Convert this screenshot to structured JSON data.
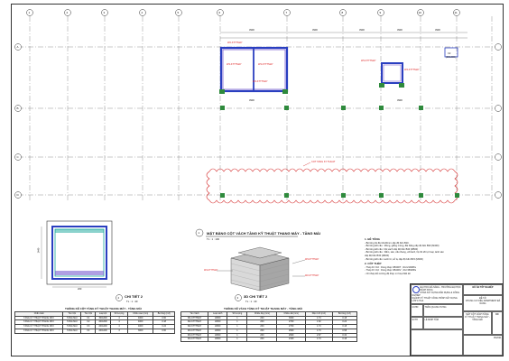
{
  "grid_labels": {
    "top": [
      "1",
      "2",
      "3",
      "4",
      "5",
      "6",
      "7",
      "8",
      "9",
      "10",
      "11"
    ],
    "left": [
      "A",
      "B",
      "C",
      "D"
    ]
  },
  "dimensions": {
    "overall_top": "",
    "top_segments": [
      "3900",
      "3900",
      "3900",
      "3900",
      "3900",
      "3900",
      "3900"
    ]
  },
  "plan_labels": {
    "wall_left_1": "W2-KTTTMAY",
    "wall_left_2": "W3-KTTTMAY",
    "wall_left_3": "W3-KTTTMAY",
    "wall_left_4": "W4-KTTTMAY",
    "wall_right_1": "W3-KTTTMAY",
    "wall_right_2": "W4-KTTTMAY",
    "col_c2": "C2",
    "col_c2_size": "(300x300)",
    "cloud_label": "COT TANG KY THUAT"
  },
  "detail_left": {
    "circle": "2",
    "title": "CHI TIẾT 2",
    "scale": "TL : 1 : 40",
    "dim_a": "1440",
    "dim_b": "200"
  },
  "main_title": {
    "circle": "1",
    "title": "MẶT BẰNG CỘT VÁCH TẦNG KỸ THUẬT THANG MÁY - TẦNG MÁI",
    "scale": "TL : 1 : 100"
  },
  "detail_3d": {
    "circle": "3",
    "title": "3D CHI TIẾT 2",
    "scale": "TL : 1 : 40",
    "label_1": "W4-KTTTMAY",
    "label_2": "W3-KTTTMAY",
    "label_3": "W2-KTTTMAY"
  },
  "notes": {
    "section1_title": "1. BÊ TÔNG",
    "section1_lines": [
      "- Bê tông lót đá 10x20mm cấp độ bền B10.",
      "- Bê tông kết cấu : Móng, giằng móng, đài bằng cấp độ bền B30 (M400)",
      "- Bê tông kết cấu: Cột,vách cấp độ bền B40 (M500)",
      "- Bê tông kết cấu : Dầm, sàn, cầu thang, vết lanh, hệ tốt tốt tự hoại, lanh sàn",
      "cấp độ bền B30 (M400)",
      "- Bê tông kết cấu: Lanh tô, sở tụ cấp độ bền B15 (M200)"
    ],
    "section2_title": "2. CỐT THÉP",
    "section2_lines": [
      "- Thép D<=10 : Dùng thép CB300T , Rs=210MPa",
      "- Thép D>=10 : Dùng thép CB400V , Rs=350MPa",
      "- Chi thép Đủ cường độ thép mì hoạ thiết kế"
    ]
  },
  "table_columns": {
    "title": "THỐNG KÊ CỘT TẦNG KỸ THUẬT THANG MÁY - TẦNG MÁI",
    "headers": [
      "Chấn Giải",
      "Tên Cột",
      "Tên Cột",
      "Loại cột",
      "Số Lượng",
      "Chiều cao (mm)",
      "Bê tông (m3)"
    ],
    "rows": [
      [
        "TẦNG KỸ THUẬT THANG MÁY",
        "TẦNG MÁI",
        "C1",
        "300x300",
        "4",
        "4000",
        "0.60"
      ],
      [
        "TẦNG KỸ THUẬT THANG MÁY",
        "TẦNG MÁI",
        "C2",
        "200x300",
        "4",
        "4000",
        "0.18"
      ],
      [
        "TẦNG KỸ THUẬT THANG MÁY",
        "TẦNG MÁI",
        "C3",
        "200x400",
        "4",
        "4000",
        "0.24"
      ],
      [
        "TẦNG KỸ THUẬT THANG MÁY",
        "TẦNG MÁI",
        "C4",
        "200x400",
        "3",
        "3000",
        "0.60"
      ]
    ]
  },
  "table_walls": {
    "title": "THỐNG KÊ VÁCH TẦNG KỸ THUẬT THANG MÁY - TẦNG MÁI",
    "headers": [
      "Tên Vách",
      "Loại vách",
      "Số Lượng",
      "Chiều dày (mm)",
      "Chiều dài (mm)",
      "Diện tích (m2)",
      "Bê tông (m3)"
    ],
    "rows": [
      [
        "W1-KTTTMAY",
        "W200",
        "1",
        "200",
        "3000",
        "1.74",
        "0.18"
      ],
      [
        "W2-KTTTMAY",
        "W200",
        "1",
        "200",
        "2700",
        "1.62",
        "0.24"
      ],
      [
        "W2-KTTTMAY",
        "W200",
        "1",
        "200",
        "2700",
        "1.74",
        "0.18"
      ],
      [
        "W3-KTTTMAY",
        "W200",
        "1",
        "200",
        "2900",
        "1.74",
        "0.58"
      ],
      [
        "W3-KTTTMAY",
        "W200",
        "1",
        "200",
        "2900",
        "2.67",
        "0.34"
      ],
      [
        "W4-KTTTMAY",
        "W200",
        "1",
        "200",
        "2100",
        "1.74",
        "0.18"
      ]
    ]
  },
  "title_block": {
    "project_label": "ĐỒ ÁN TỐT NGHIỆP",
    "company_line1": "ĐẠI HỌC ĐÀ NẴNG - TRƯỜNG ĐẠI HỌC BÁCH KHOA",
    "company_line2": "KHOA XÂY DỰNG DÂN DỤNG & CÔNG NGHIỆP",
    "company_line3": "NGÀNH KỸ THUẬT CÔNG TRÌNH XÂY DỰNG",
    "company_line4": "LỚP 17X1A",
    "topic_label": "ĐỀ TÀI",
    "topic": "CHUNG CƯ KIÊU APARTMENT ĐÀ NẴNG",
    "person1_role": "GVHD",
    "person1_name": "TRẦN QUANG HƯNG",
    "person2_role": "SVTH",
    "person2_name": "LÊ MINH TÂM",
    "drawing_name": "MẶT CỘT VÁCH TẦNG KỸ THUẬT THANG MÁY - TẦNG MÁI",
    "sheet_no": "KC",
    "date": "15/2021"
  },
  "colors": {
    "wall": "#2a3fc0",
    "hatch": "#7a5fd0",
    "column": "#2e8a3c",
    "cloud": "#d22222",
    "grid": "#555555"
  }
}
